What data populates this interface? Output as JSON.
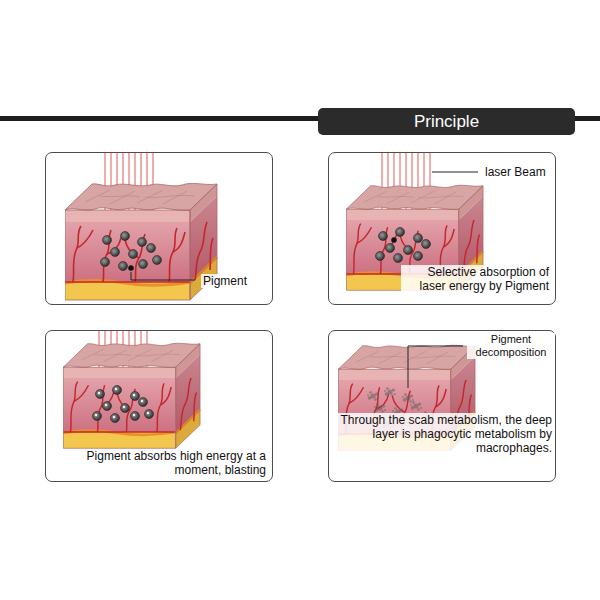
{
  "diagram": {
    "title": "Principle",
    "nodes": [
      {
        "text": [
          "Pigment"
        ]
      },
      {
        "text": [
          "laser Beam",
          "Selective absorption of laser energy by Pigment"
        ]
      },
      {
        "text": [
          "Pigment absorbs high energy at a moment, blasting"
        ]
      },
      {
        "text": [
          "Pigment decomposition",
          "Through the scab metabolism, the deep layer is phagocytic metabolism by macrophages."
        ]
      }
    ]
  }
}
